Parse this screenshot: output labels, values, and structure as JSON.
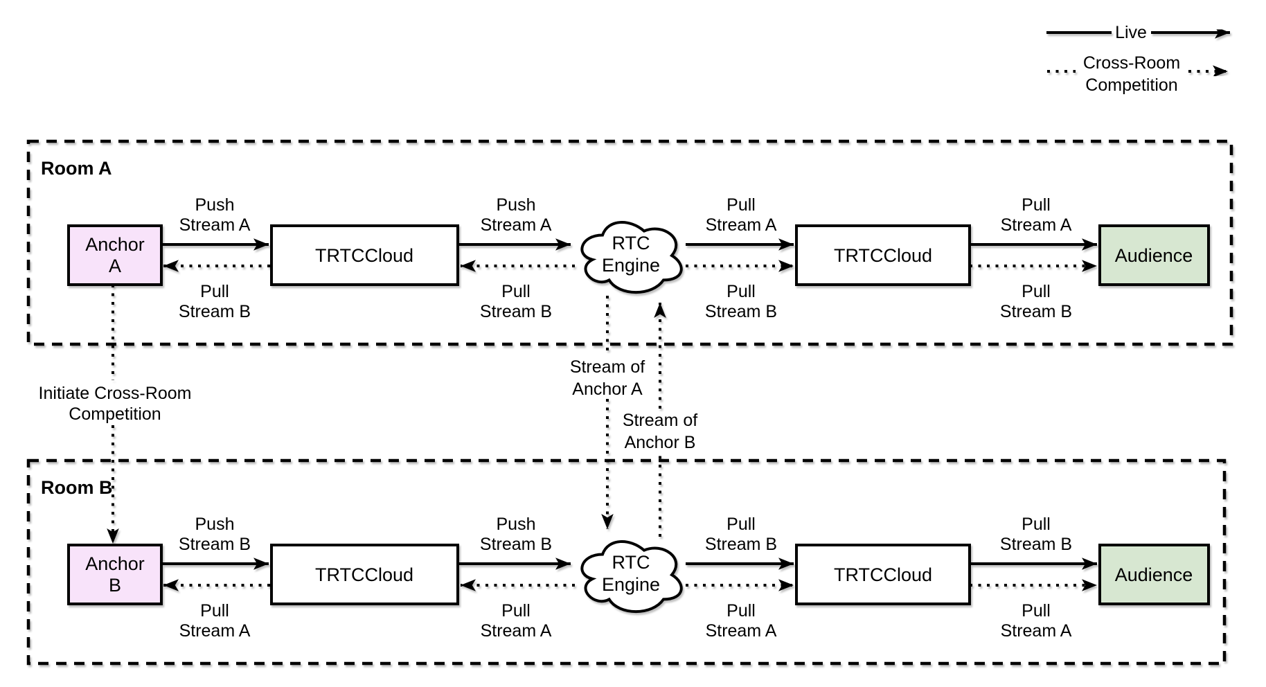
{
  "legend": {
    "live_label": "Live",
    "cross_room_label": [
      "Cross-Room",
      "Competition"
    ]
  },
  "colors": {
    "anchor_fill": "#f8e3fa",
    "audience_fill": "#d7e7d1",
    "node_fill": "#ffffff",
    "line": "#000000",
    "background": "#ffffff"
  },
  "room_a": {
    "label": "Room A",
    "nodes": {
      "anchor": [
        "Anchor",
        "A"
      ],
      "trtc_left": "TRTCCloud",
      "rtc_engine": [
        "RTC",
        "Engine"
      ],
      "trtc_right": "TRTCCloud",
      "audience": "Audience"
    },
    "edges": {
      "anchor_to_trtc_solid": [
        "Push",
        "Stream A"
      ],
      "trtc_to_anchor_dotted": [
        "Pull",
        "Stream B"
      ],
      "trtc_to_rtc_solid": [
        "Push",
        "Stream A"
      ],
      "rtc_to_trtc_dotted": [
        "Pull",
        "Stream B"
      ],
      "rtc_to_trtc2_solid": [
        "Pull",
        "Stream A"
      ],
      "rtc_to_trtc2_dotted": [
        "Pull",
        "Stream B"
      ],
      "trtc2_to_audience_solid": [
        "Pull",
        "Stream A"
      ],
      "trtc2_to_audience_dotted": [
        "Pull",
        "Stream B"
      ]
    }
  },
  "room_b": {
    "label": "Room B",
    "nodes": {
      "anchor": [
        "Anchor",
        "B"
      ],
      "trtc_left": "TRTCCloud",
      "rtc_engine": [
        "RTC",
        "Engine"
      ],
      "trtc_right": "TRTCCloud",
      "audience": "Audience"
    },
    "edges": {
      "anchor_to_trtc_solid": [
        "Push",
        "Stream B"
      ],
      "trtc_to_anchor_dotted": [
        "Pull",
        "Stream A"
      ],
      "trtc_to_rtc_solid": [
        "Push",
        "Stream B"
      ],
      "rtc_to_trtc_dotted": [
        "Pull",
        "Stream A"
      ],
      "rtc_to_trtc2_solid": [
        "Pull",
        "Stream B"
      ],
      "rtc_to_trtc2_dotted": [
        "Pull",
        "Stream A"
      ],
      "trtc2_to_audience_solid": [
        "Pull",
        "Stream B"
      ],
      "trtc2_to_audience_dotted": [
        "Pull",
        "Stream A"
      ]
    }
  },
  "cross_room_links": {
    "initiate": [
      "Initiate Cross-Room",
      "Competition"
    ],
    "stream_of_anchor_a": [
      "Stream of",
      "Anchor A"
    ],
    "stream_of_anchor_b": [
      "Stream of",
      "Anchor B"
    ]
  }
}
